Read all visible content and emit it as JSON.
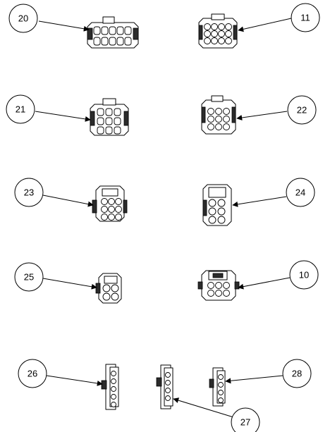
{
  "callouts": {
    "c20": "20",
    "c11": "11",
    "c21": "21",
    "c22": "22",
    "c23": "23",
    "c24": "24",
    "c25": "25",
    "c10": "10",
    "c26": "26",
    "c27": "27",
    "c28": "28"
  },
  "colors": {
    "line": "#000000",
    "background": "#ffffff"
  }
}
